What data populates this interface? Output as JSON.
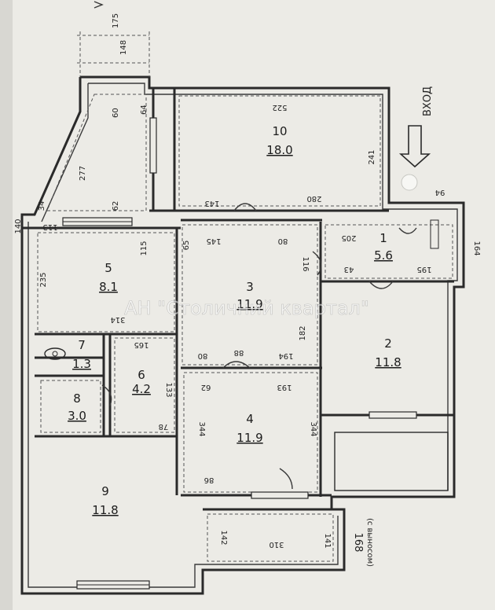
{
  "watermark": "АН \"Столичний квартал\"",
  "entrance": {
    "label": "ВХОД"
  },
  "rooms": [
    {
      "id": "room-1",
      "number": "1",
      "area": "5.6"
    },
    {
      "id": "room-2",
      "number": "2",
      "area": "11.8"
    },
    {
      "id": "room-3",
      "number": "3",
      "area": "11.9"
    },
    {
      "id": "room-4",
      "number": "4",
      "area": "11.9"
    },
    {
      "id": "room-5",
      "number": "5",
      "area": "8.1"
    },
    {
      "id": "room-6",
      "number": "6",
      "area": "4.2"
    },
    {
      "id": "room-7",
      "number": "7",
      "area": "1.3"
    },
    {
      "id": "room-8",
      "number": "8",
      "area": "3.0"
    },
    {
      "id": "room-9",
      "number": "9",
      "area": "11.8"
    },
    {
      "id": "room-10",
      "number": "10",
      "area": "18.0"
    }
  ],
  "dimensions": {
    "d175": "175",
    "d148": "148",
    "d60": "60",
    "d64": "64",
    "d277": "277",
    "d522": "522",
    "d241": "241",
    "d143": "143",
    "d280": "280",
    "d94": "94",
    "d164": "164",
    "d205": "205",
    "d195": "195",
    "d43": "43",
    "d145": "145",
    "d80a": "80",
    "d116": "116",
    "d65": "65",
    "d115": "115",
    "d62": "62",
    "d34": "34",
    "d140": "140",
    "d113": "113",
    "d235": "235",
    "d314": "314",
    "d165": "165",
    "d194": "194",
    "d80b": "80",
    "d88": "88",
    "d182": "182",
    "d193": "193",
    "d62b": "62",
    "d344a": "344",
    "d344b": "344",
    "d133": "133",
    "d78": "78",
    "d86": "86",
    "d142": "142",
    "d310": "310",
    "d141": "141",
    "d168": "168",
    "d168note": "(с выносом)"
  }
}
